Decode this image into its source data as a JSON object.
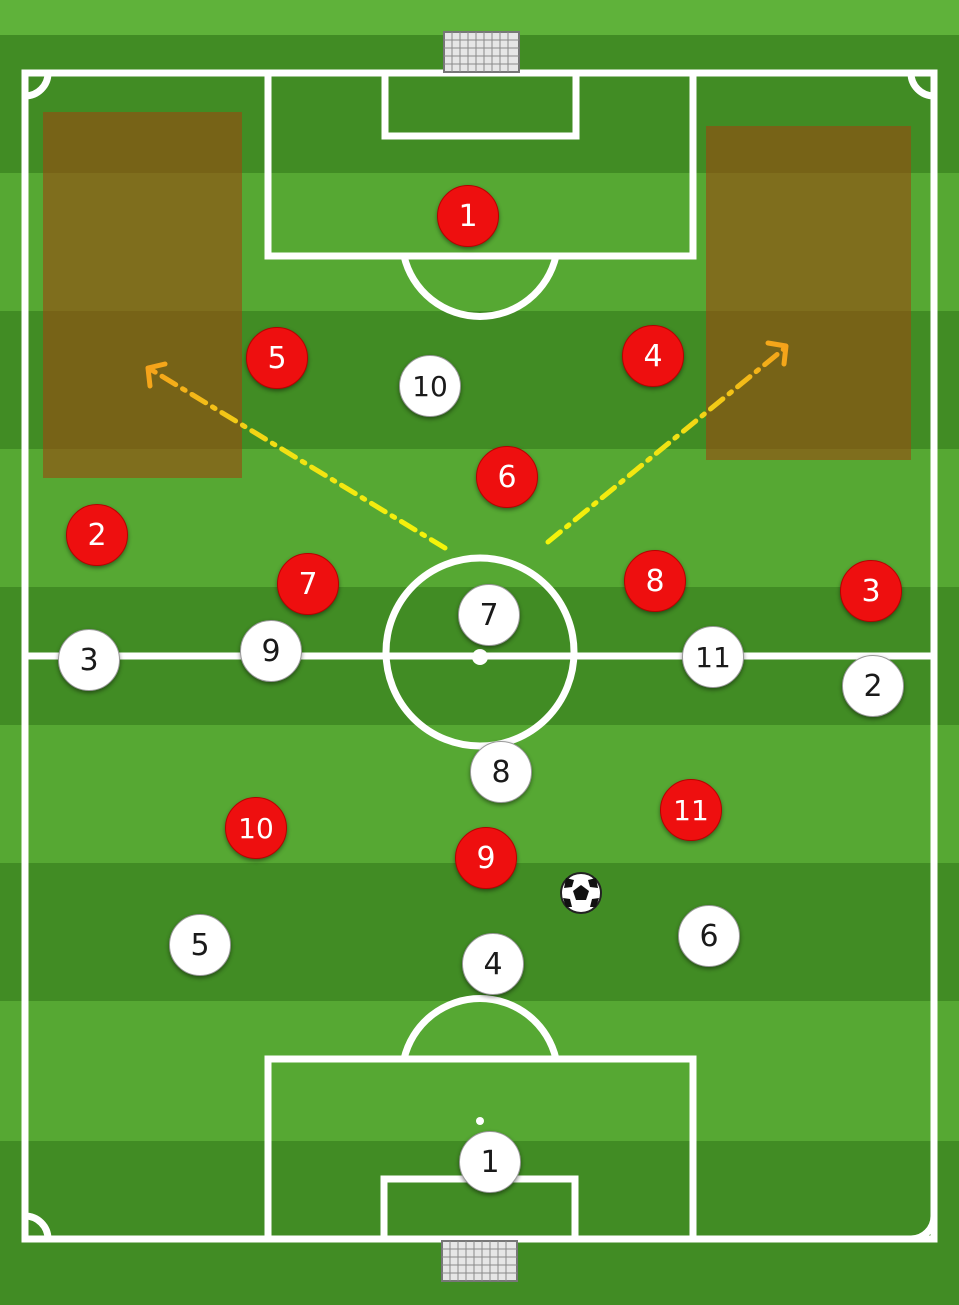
{
  "colors": {
    "stripe_light": "#5aab36",
    "stripe_dark": "#3f8a22",
    "line": "#ffffff",
    "red_team": "#ee0f0f",
    "white_team": "#ffffff",
    "zone": "#9a4a10",
    "arrow_near": "#f4f40a",
    "arrow_far": "#f5a21a"
  },
  "red_team": [
    {
      "number": "1"
    },
    {
      "number": "5"
    },
    {
      "number": "4"
    },
    {
      "number": "6"
    },
    {
      "number": "2"
    },
    {
      "number": "7"
    },
    {
      "number": "8"
    },
    {
      "number": "3"
    },
    {
      "number": "10"
    },
    {
      "number": "11"
    },
    {
      "number": "9"
    }
  ],
  "white_team": [
    {
      "number": "10"
    },
    {
      "number": "7"
    },
    {
      "number": "3"
    },
    {
      "number": "9"
    },
    {
      "number": "11"
    },
    {
      "number": "2"
    },
    {
      "number": "8"
    },
    {
      "number": "5"
    },
    {
      "number": "4"
    },
    {
      "number": "6"
    },
    {
      "number": "1"
    }
  ],
  "ball": {
    "icon": "soccer-ball-icon"
  },
  "zones": [
    {
      "name": "left-wing-space"
    },
    {
      "name": "right-wing-space"
    }
  ],
  "arrows": [
    {
      "direction": "up-left",
      "style": "dash-dot"
    },
    {
      "direction": "up-right",
      "style": "dash-dot"
    }
  ]
}
